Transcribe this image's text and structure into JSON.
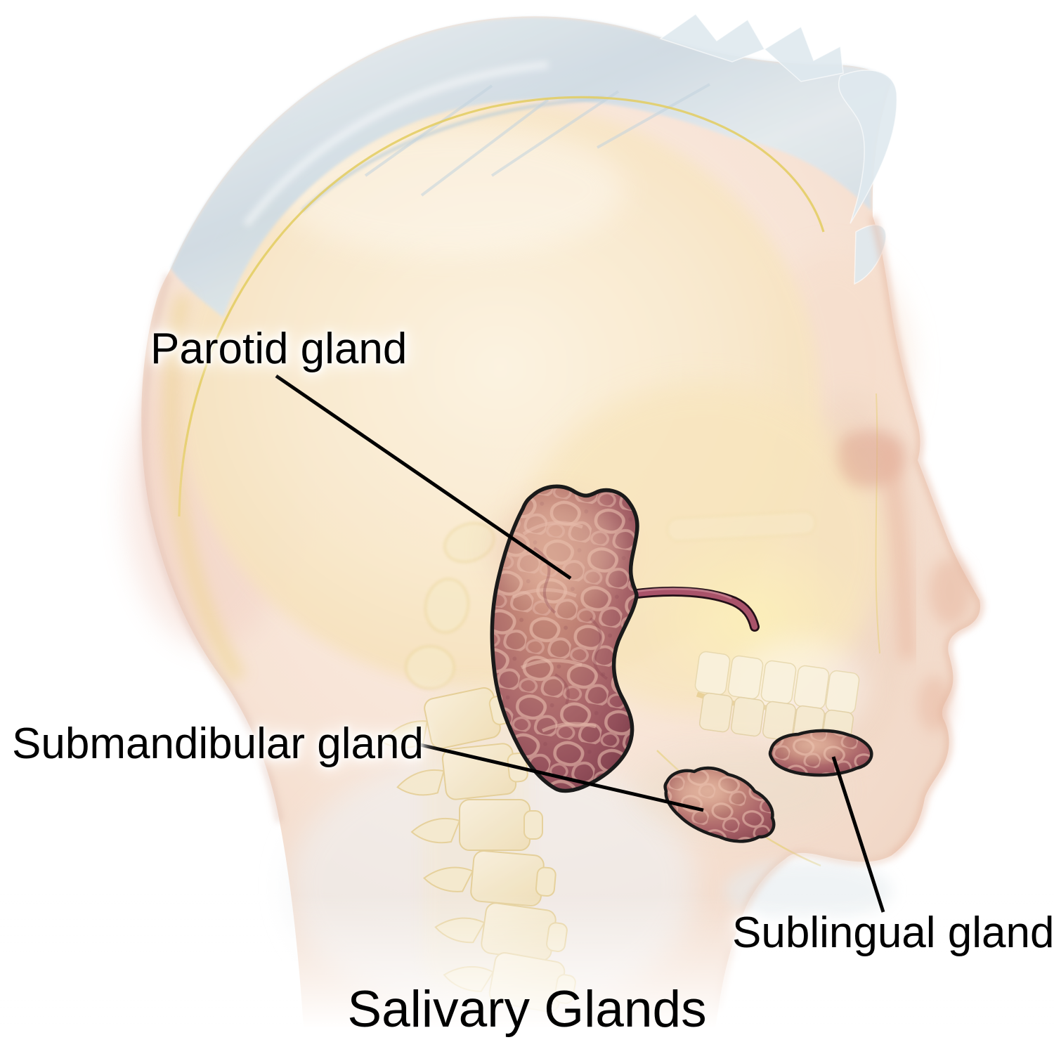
{
  "figure": {
    "title": "Salivary Glands"
  },
  "labels": {
    "parotid": "Parotid gland",
    "submandibular": "Submandibular gland",
    "sublingual": "Sublingual gland"
  },
  "colors": {
    "background": "#ffffff",
    "label_text": "#000000",
    "label_halo": "#ffffff",
    "leader_line": "#000000",
    "gland_outline": "#1a1a1a",
    "gland_fill": "#a96167",
    "duct_fill": "#a9536a",
    "skin_tint": "#f6e2d4",
    "skull_tint": "#f7e6c6",
    "scalp_tint": "#ccdbe5",
    "bone_line": "#e3cc5f"
  }
}
